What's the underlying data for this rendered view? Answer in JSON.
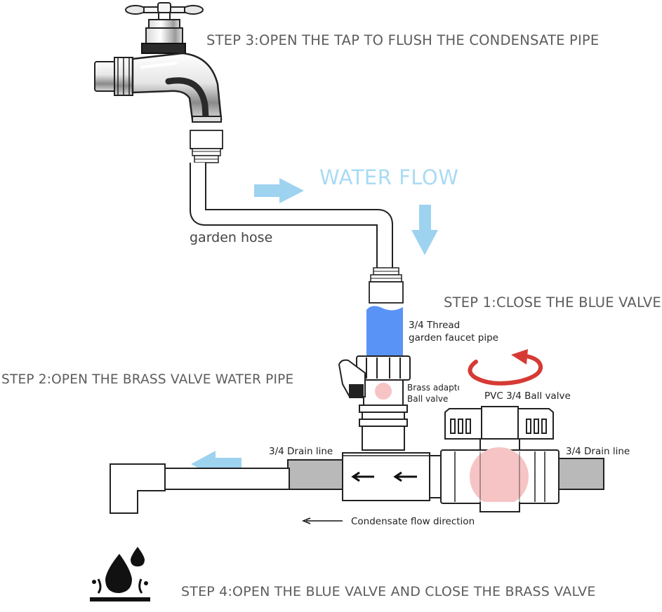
{
  "steps": {
    "step3": "STEP 3:OPEN THE TAP TO FLUSH THE CONDENSATE PIPE",
    "step1": "STEP 1:CLOSE THE BLUE VALVE",
    "step2": "STEP 2:OPEN THE BRASS VALVE WATER PIPE",
    "step4": "STEP 4:OPEN THE BLUE VALVE AND CLOSE THE BRASS VALVE"
  },
  "labels": {
    "water_flow": "WATER FLOW",
    "garden_hose": "garden hose",
    "thread_pipe_line1": "3/4 Thread",
    "thread_pipe_line2": "garden faucet pipe",
    "brass_adaptor_line1": "Brass adaptor",
    "brass_adaptor_line2": "Ball valve",
    "pvc_ball_valve": "PVC 3/4 Ball valve",
    "drain_line_left": "3/4 Drain line",
    "drain_line_right": "3/4 Drain line",
    "condensate_flow": "Condensate flow direction"
  },
  "colors": {
    "flow_arrow": "#9ed3f0",
    "blue_pipe": "#5a93f6",
    "drain_pipe": "#b9b9b9",
    "valve_handle_marker": "#f6c4c4",
    "rotate_arrow": "#d63a34",
    "step_text": "#5d5d5d"
  },
  "icons": [
    "tap-icon",
    "water-drops-icon",
    "rotate-arrow-icon",
    "flow-arrow-icon"
  ]
}
